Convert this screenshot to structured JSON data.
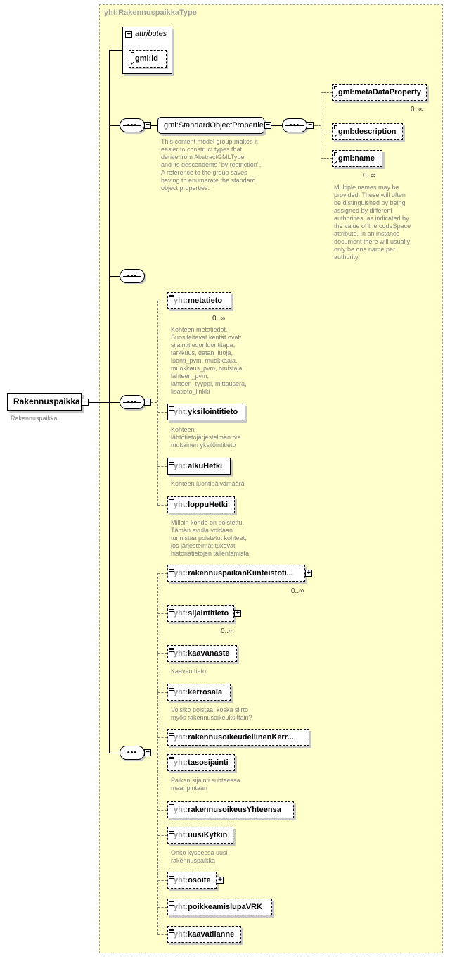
{
  "type_name": "yht:RakennuspaikkaType",
  "root": {
    "name": "Rakennuspaikka",
    "annotation": "Rakennuspaikka"
  },
  "attributes": {
    "title": "attributes",
    "id_attr": "gml:id"
  },
  "group": {
    "name": "gml:StandardObjectProperties",
    "annotation": "This content model group makes it\neasier to construct types that\n      derive from AbstractGMLType\nand its descendents \"by restriction\".\n      A reference to the group saves\nhaving to enumerate the standard\nobject properties.",
    "children": [
      {
        "name": "gml:metaDataProperty",
        "card": "0..∞"
      },
      {
        "name": "gml:description"
      },
      {
        "name": "gml:name",
        "card": "0..∞",
        "annotation": "Multiple names may be\nprovided.  These will often\nbe distinguished by being\nassigned by different\nauthorities, as indicated by\nthe value of the codeSpace\nattribute.  In an instance\ndocument there will usually\nonly be one name per\nauthority."
      }
    ]
  },
  "seq1": [
    {
      "prefix": "yht:",
      "name": "metatieto",
      "card": "0..∞",
      "annotation": "Kohteen metatiedot.\nSuositeltavat kentät ovat:\nsijaintitiedonluontitapa,\ntarkkuus, datan_luoja,\nluonti_pvm, muokkaaja,\nmuokkaus_pvm, omistaja,\nlahteen_pvm,\nlahteen_tyyppi, mittausera,\nlisatieto_linkki"
    },
    {
      "prefix": "yht:",
      "name": "yksilointitieto",
      "annotation": "Kohteen\nlähtötietojärjestelmän  tvs.\nmukainen yksilöintitieto"
    },
    {
      "prefix": "yht:",
      "name": "alkuHetki",
      "annotation": "Kohteen luontipäivämäärä"
    },
    {
      "prefix": "yht:",
      "name": "loppuHetki",
      "annotation": "Milloin kohde on poistettu.\nTämän avulla voidaan\ntunnistaa poistetut kohteet,\njos järjestelmät tukevat\nhistoriatietojen tallentamista"
    }
  ],
  "seq2": [
    {
      "prefix": "yht:",
      "name": "rakennuspaikanKiinteistoti...",
      "card": "0..∞"
    },
    {
      "prefix": "yht:",
      "name": "sijaintitieto",
      "card": "0..∞"
    },
    {
      "prefix": "yht:",
      "name": "kaavanaste",
      "annotation": "Kaavan tieto"
    },
    {
      "prefix": "yht:",
      "name": "kerrosala",
      "annotation": "Voisiko poistaa, koska siirto\nmyös rakennusoikeuksittain?"
    },
    {
      "prefix": "yht:",
      "name": "rakennusoikeudellinenKerr..."
    },
    {
      "prefix": "yht:",
      "name": "tasosijainti",
      "annotation": "Paikan sijainti suhteessa\nmaanpintaan"
    },
    {
      "prefix": "yht:",
      "name": "rakennusoikeusYhteensa"
    },
    {
      "prefix": "yht:",
      "name": "uusiKytkin",
      "annotation": "Onko kyseessa uusi\nrakennuspaikka"
    },
    {
      "prefix": "yht:",
      "name": "osoite"
    },
    {
      "prefix": "yht:",
      "name": "poikkeamislupaVRK"
    },
    {
      "prefix": "yht:",
      "name": "kaavatilanne"
    }
  ]
}
